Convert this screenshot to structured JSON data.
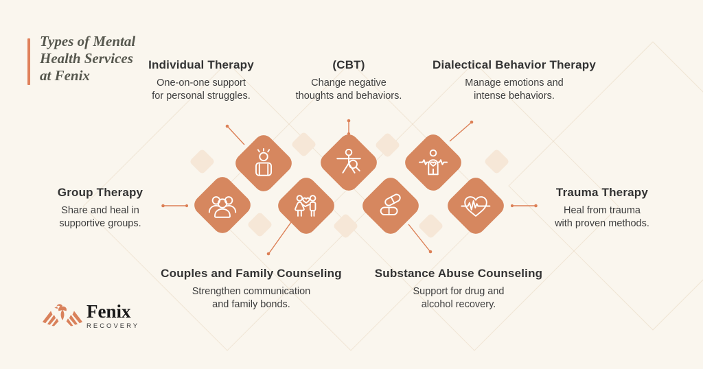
{
  "title": {
    "lines": [
      "Types of Mental",
      "Health Services",
      "at Fenix"
    ]
  },
  "services": [
    {
      "label": "Individual Therapy",
      "desc": [
        "One-on-one support",
        "for personal struggles."
      ],
      "icon": "person-rays-icon"
    },
    {
      "label": "(CBT)",
      "desc": [
        "Change negative",
        "thoughts and behaviors."
      ],
      "icon": "balance-magnifier-icon"
    },
    {
      "label": "Dialectical Behavior Therapy",
      "desc": [
        "Manage emotions and",
        "intense behaviors."
      ],
      "icon": "person-heartbeat-icon"
    },
    {
      "label": "Group Therapy",
      "desc": [
        "Share and heal in",
        "supportive groups."
      ],
      "icon": "people-group-icon"
    },
    {
      "label": "Trauma Therapy",
      "desc": [
        "Heal from trauma",
        "with proven methods."
      ],
      "icon": "heart-pulse-icon"
    },
    {
      "label": "Couples and Family Counseling",
      "desc": [
        "Strengthen communication",
        "and family bonds."
      ],
      "icon": "couple-heart-icon"
    },
    {
      "label": "Substance Abuse Counseling",
      "desc": [
        "Support for drug and",
        "alcohol recovery."
      ],
      "icon": "pills-icon"
    }
  ],
  "logo": {
    "name": "Fenix",
    "subtitle": "RECOVERY"
  },
  "colors": {
    "background": "#FAF6EE",
    "diamond": "#D6875F",
    "light_diamond": "#F6E7D7",
    "connector": "#DC7F55",
    "accent_bar": "#E0815B",
    "title_text": "#56574E",
    "heading_text": "#333333",
    "body_text": "#3E3E3E",
    "logo_orange": "#D9815B"
  }
}
